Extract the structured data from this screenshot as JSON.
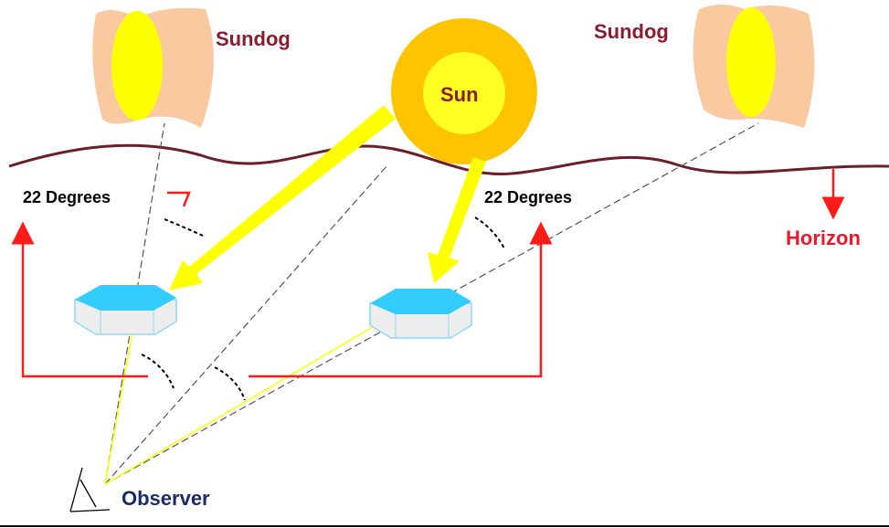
{
  "labels": {
    "sundog_left": "Sundog",
    "sundog_right": "Sundog",
    "sun": "Sun",
    "degrees_left": "22 Degrees",
    "degrees_right": "22 Degrees",
    "horizon": "Horizon",
    "observer": "Observer"
  },
  "colors": {
    "sundog_halo": "#F9C9A0",
    "sundog_core": "#FFFF00",
    "sun_outer": "#FFC400",
    "sun_inner": "#FFFF22",
    "label_maroon": "#8B1C2E",
    "horizon_line": "#6B1F2A",
    "red": "#FF1A1A",
    "crystal_top": "#33CCFF",
    "crystal_side": "#EDEDED",
    "observer_text": "#1A2A6B"
  }
}
